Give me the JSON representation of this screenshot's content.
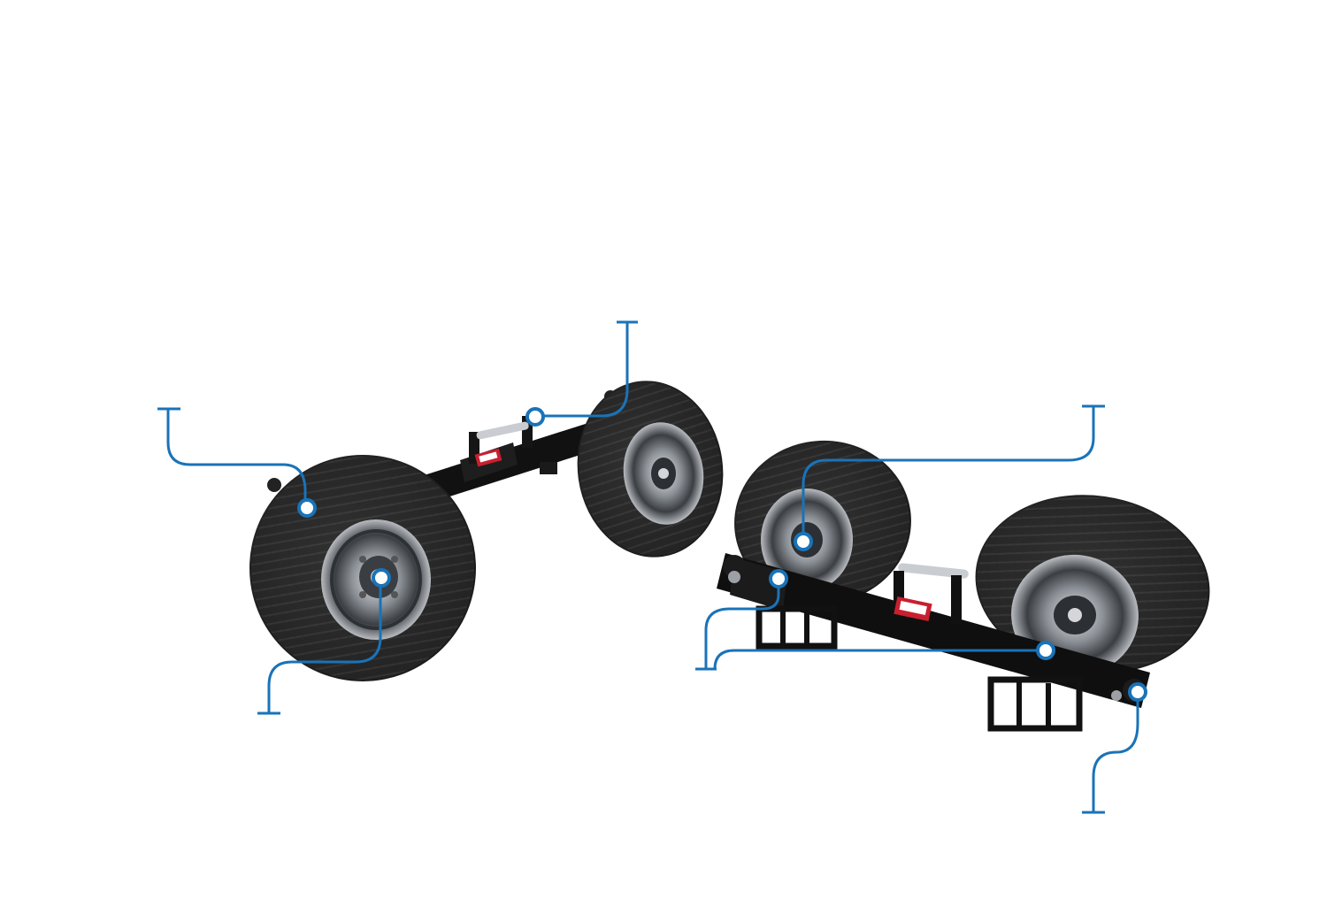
{
  "colors": {
    "background": "#ffffff",
    "callout": "#1a73b8",
    "tire": "#2b2b2b",
    "tire_tread": "#3d3d3d",
    "rim": "#8a8f95",
    "rim_dark": "#4a4d52",
    "frame": "#111111",
    "chrome": "#c9ccd0",
    "label_red": "#c8202f"
  },
  "callouts": [
    {
      "name": "tire-tread-callout"
    },
    {
      "name": "hub-callout"
    },
    {
      "name": "adjustment-bar-callout"
    },
    {
      "name": "wheel-mount-callout"
    },
    {
      "name": "frame-bracket-callout"
    },
    {
      "name": "frame-beam-callout"
    },
    {
      "name": "pivot-bolt-callout"
    }
  ]
}
